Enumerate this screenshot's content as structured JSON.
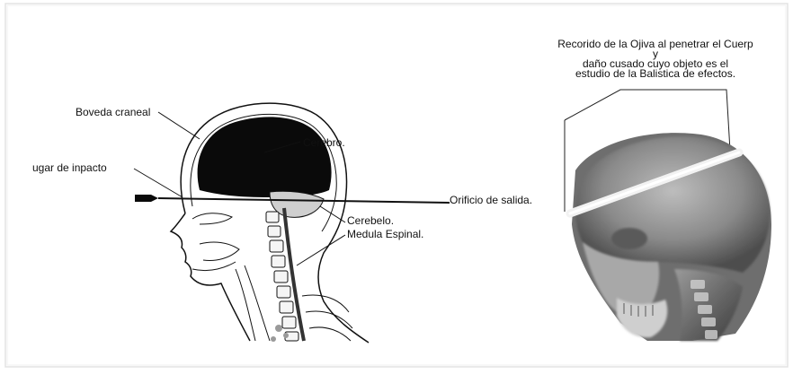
{
  "left_diagram": {
    "labels": {
      "skull_vault": "Boveda craneal",
      "brain": "Cerebro.",
      "impact_point": "ugar de inpacto",
      "exit_hole": "Orificio de salida.",
      "cerebellum": "Cerebelo.",
      "spinal_cord": "Medula Espinal."
    }
  },
  "right_figure": {
    "caption": {
      "line1": "Recorido de la Ojiva al penetrar el Cuerp",
      "line2": "y",
      "line3": "daño cusado cuyo objeto es el",
      "line4": "estudio de la Balistica de efectos."
    }
  },
  "colors": {
    "ink": "#111111",
    "brain_fill": "#0a0a0a",
    "xray_dark": "#5a5a5a",
    "xray_light": "#d9d9d9",
    "bullet_track": "#f2f2f2"
  }
}
